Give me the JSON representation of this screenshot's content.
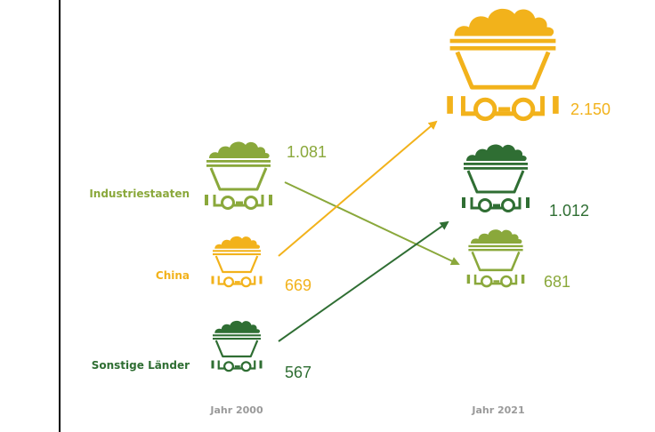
{
  "chart_data": {
    "type": "pictogram-slope",
    "title": "",
    "x": [
      "Jahr 2000",
      "Jahr 2021"
    ],
    "series": [
      {
        "name": "Industriestaaten",
        "color": "#8aa83b",
        "values_label": [
          "1.081",
          "681"
        ],
        "values": [
          1081,
          681
        ]
      },
      {
        "name": "China",
        "color": "#f2b21b",
        "values_label": [
          "669",
          "2.150"
        ],
        "values": [
          669,
          2150
        ]
      },
      {
        "name": "Sonstige Länder",
        "color": "#2f6e33",
        "values_label": [
          "567",
          "1.012"
        ],
        "values": [
          567,
          1012
        ]
      }
    ]
  }
}
